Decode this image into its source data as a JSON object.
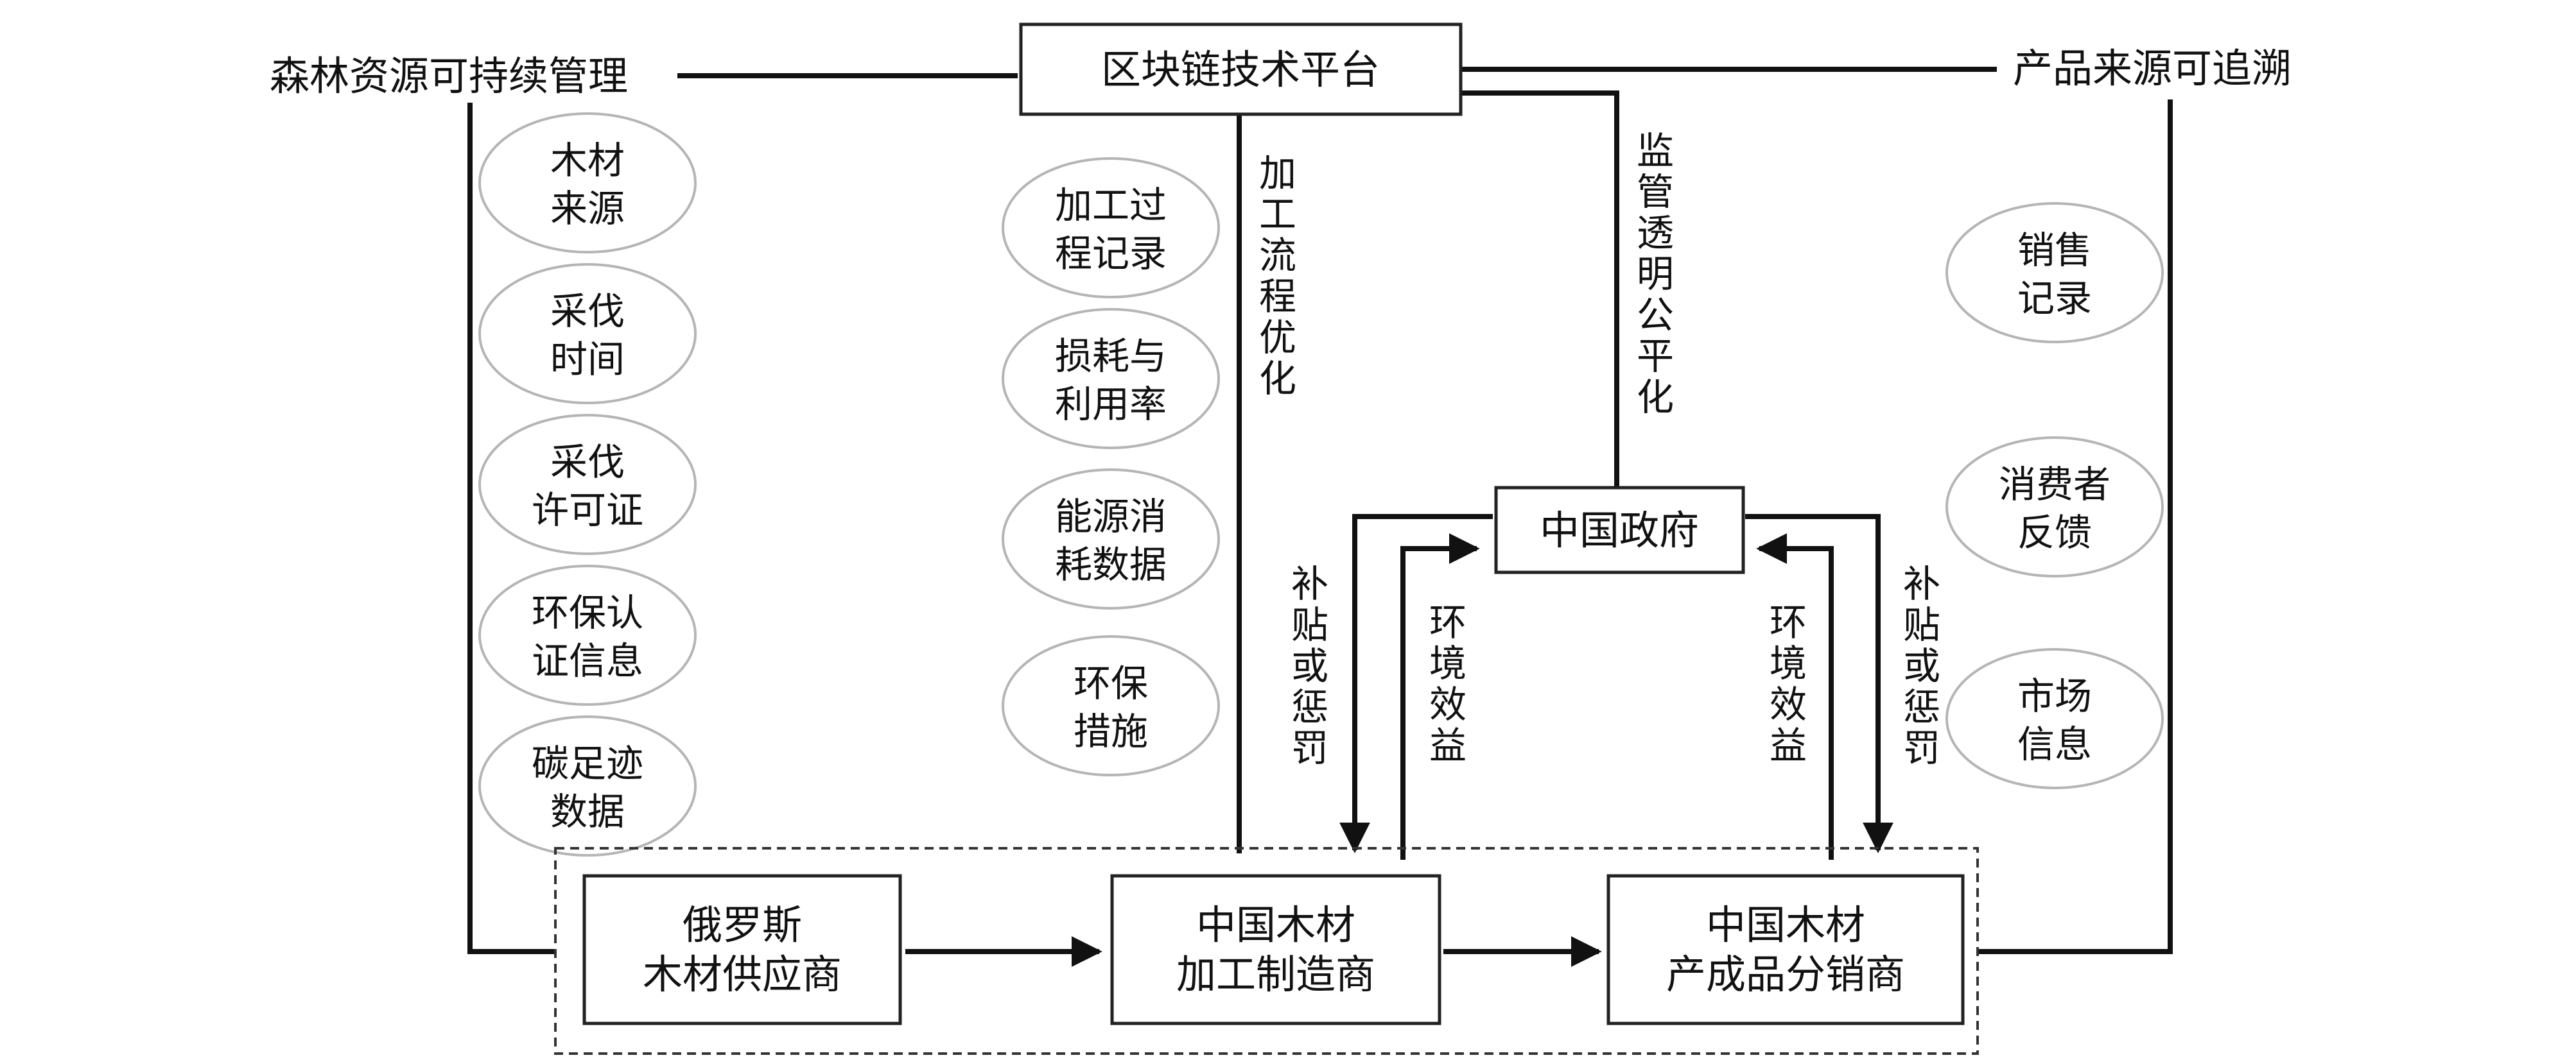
{
  "top": {
    "left_label": "森林资源可持续管理",
    "center_box": "区块链技术平台",
    "right_label": "产品来源可追溯"
  },
  "left_ellipses": [
    [
      "木材",
      "来源"
    ],
    [
      "采伐",
      "时间"
    ],
    [
      "采伐",
      "许可证"
    ],
    [
      "环保认",
      "证信息"
    ],
    [
      "碳足迹",
      "数据"
    ]
  ],
  "mid_ellipses": [
    [
      "加工过",
      "程记录"
    ],
    [
      "损耗与",
      "利用率"
    ],
    [
      "能源消",
      "耗数据"
    ],
    [
      "环保",
      "措施"
    ]
  ],
  "right_ellipses": [
    [
      "销售",
      "记录"
    ],
    [
      "消费者",
      "反馈"
    ],
    [
      "市场",
      "信息"
    ]
  ],
  "vertical_labels": {
    "process_opt": "加工流程优化",
    "supervision": "监管透明公平化",
    "subsidy_left": "补贴或惩罚",
    "env_left": "环境效益",
    "env_right": "环境效益",
    "subsidy_right": "补贴或惩罚"
  },
  "government_box": "中国政府",
  "chain_boxes": [
    [
      "俄罗斯",
      "木材供应商"
    ],
    [
      "中国木材",
      "加工制造商"
    ],
    [
      "中国木材",
      "产成品分销商"
    ]
  ]
}
